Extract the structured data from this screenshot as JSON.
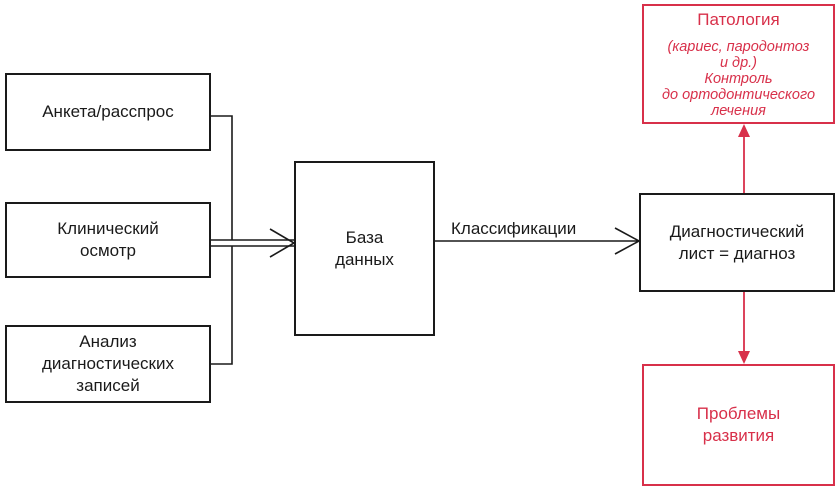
{
  "diagram": {
    "inputs": [
      {
        "id": "anketa",
        "lines": [
          "Анкета/расспрос"
        ]
      },
      {
        "id": "osmotr",
        "lines": [
          "Клинический",
          "осмотр"
        ]
      },
      {
        "id": "analiz",
        "lines": [
          "Анализ",
          "диагностических",
          "записей"
        ]
      }
    ],
    "database": {
      "lines": [
        "База",
        "данных"
      ]
    },
    "edge_label": "Классификации",
    "diagnosis": {
      "lines": [
        "Диагностический",
        "лист = диагноз"
      ]
    },
    "pathology": {
      "title": "Патология",
      "details": [
        "(кариес, пародонтоз",
        "и др.)",
        "Контроль",
        "до ортодонтического",
        "лечения"
      ]
    },
    "development": {
      "lines": [
        "Проблемы",
        "развития"
      ]
    },
    "colors": {
      "line": "#1a1a1a",
      "accent": "#d8304a"
    }
  }
}
